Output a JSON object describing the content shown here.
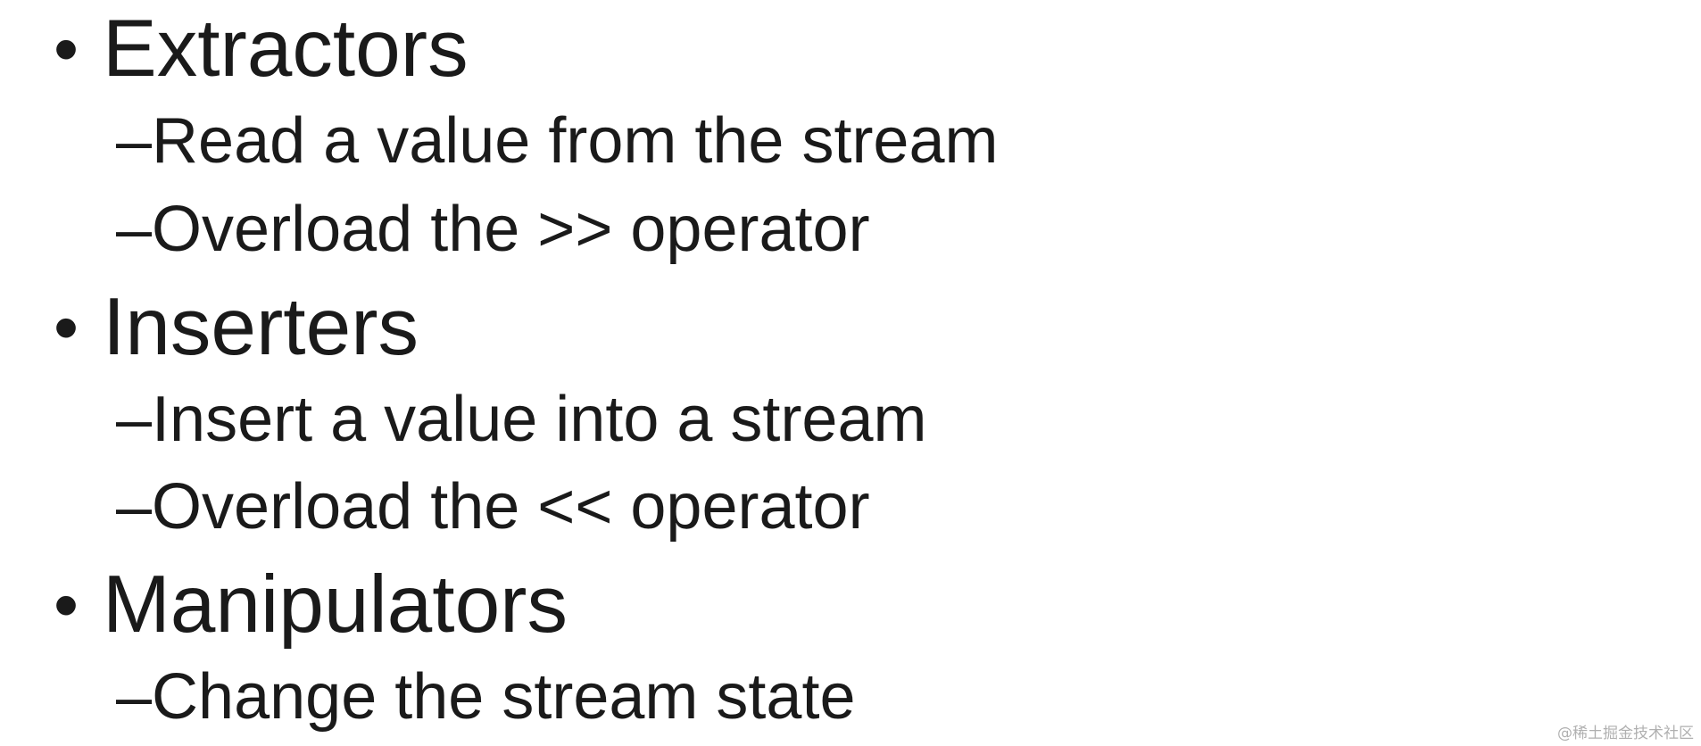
{
  "bullets": [
    {
      "title": "Extractors",
      "subitems": [
        "Read a value from the stream",
        "Overload the >> operator"
      ]
    },
    {
      "title": "Inserters",
      "subitems": [
        "Insert a value into a stream",
        "Overload the << operator"
      ]
    },
    {
      "title": "Manipulators",
      "subitems": [
        "Change the stream state"
      ]
    }
  ],
  "bullet_marker": "•",
  "sub_marker": "–",
  "watermark": "@稀土掘金技术社区"
}
